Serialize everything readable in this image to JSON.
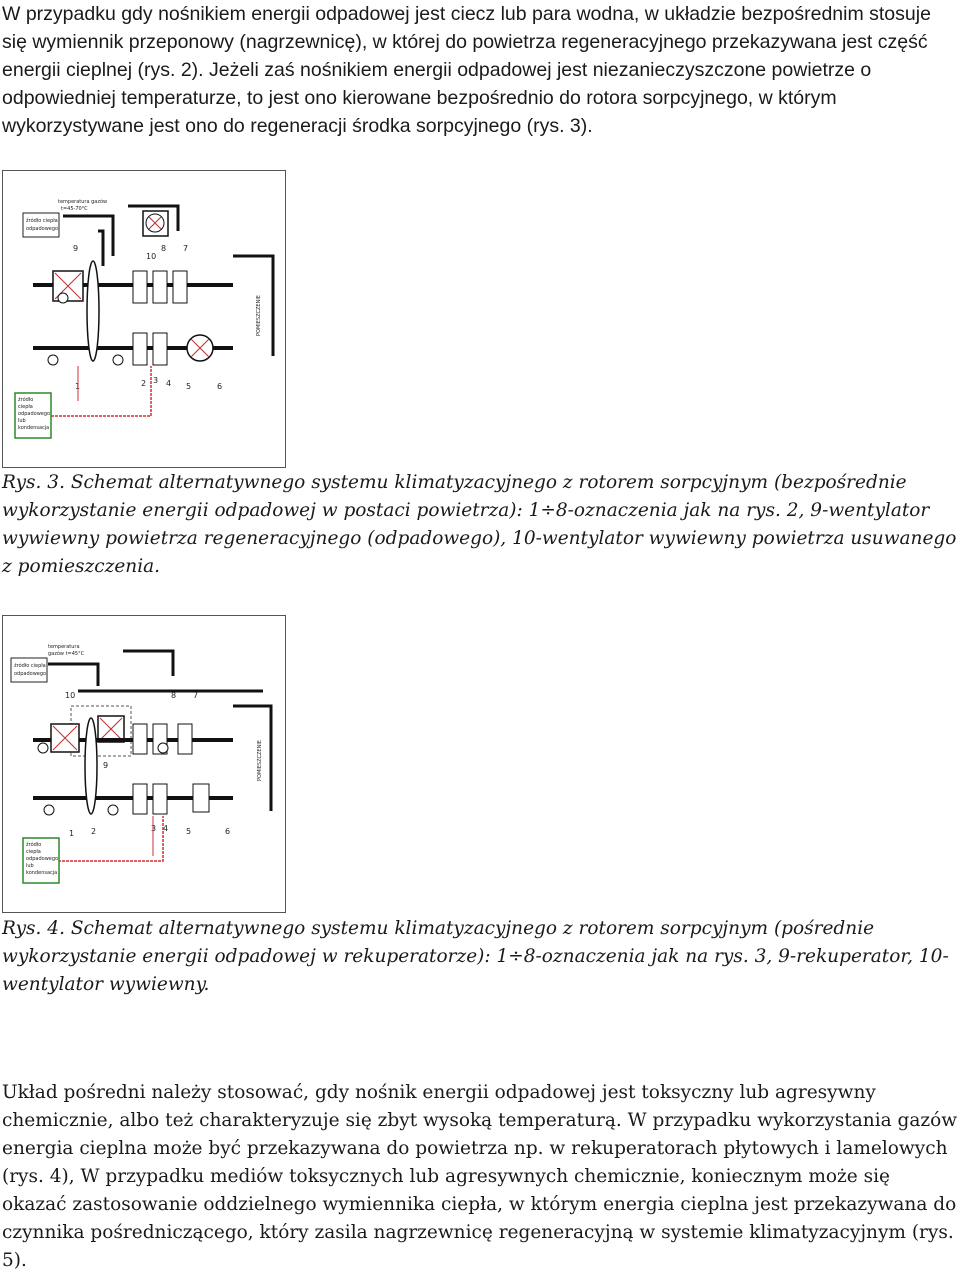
{
  "intro_paragraph": "W przypadku gdy nośnikiem energii odpadowej jest ciecz lub para wodna, w układzie bezpośrednim stosuje się wymiennik przeponowy (nagrzewnicę), w której do powietrza regeneracyjnego przekazywana jest część energii cieplnej (rys. 2). Jeżeli zaś nośnikiem energii odpadowej jest niezanieczyszczone powietrze o odpowiedniej temperaturze, to jest ono kierowane bezpośrednio do rotora sorpcyjnego, w którym wykorzystywane jest ono do regeneracji środka sorpcyjnego (rys. 3).",
  "figure3": {
    "labels": {
      "temp": "temperatura gazów",
      "temp_val": "t=45-70°C",
      "source": "źródło ciepła",
      "source2": "odpadowego",
      "bottom_box": [
        "źródło",
        "ciepła",
        "odpadowego",
        "lub",
        "kondensacja"
      ],
      "room": "POMIESZCZENIE",
      "numbers": [
        "9",
        "8",
        "7",
        "10",
        "1",
        "2",
        "3",
        "4",
        "5",
        "6"
      ]
    },
    "caption": "Rys. 3. Schemat alternatywnego systemu klimatyzacyjnego z rotorem sorpcyjnym (bezpośrednie wykorzystanie energii odpadowej w postaci powietrza): 1÷8-oznaczenia jak na rys. 2, 9-wentylator wywiewny powietrza regeneracyjnego (odpadowego), 10-wentylator wywiewny powietrza usuwanego z pomieszczenia."
  },
  "figure4": {
    "labels": {
      "temp": "temperatura",
      "temp_val": "gazów t=45°C",
      "source": "źródło ciepła",
      "source2": "odpadowego",
      "bottom_box": [
        "źródło",
        "ciepła",
        "odpadowego",
        "lub",
        "kondensacja"
      ],
      "room": "POMIESZCZENIE",
      "numbers": [
        "10",
        "8",
        "7",
        "9",
        "1",
        "2",
        "3",
        "4",
        "5",
        "6"
      ]
    },
    "caption": "Rys. 4. Schemat alternatywnego systemu klimatyzacyjnego z rotorem sorpcyjnym (pośrednie wykorzystanie energii odpadowej w rekuperatorze): 1÷8-oznaczenia jak na rys. 3, 9-rekuperator, 10-wentylator wywiewny."
  },
  "closing_paragraph": "Układ pośredni należy stosować, gdy nośnik energii odpadowej jest toksyczny lub agresywny chemicznie, albo też charakteryzuje się zbyt wysoką temperaturą. W przypadku wykorzystania gazów energia cieplna może być przekazywana do powietrza np. w rekuperatorach płytowych i lamelowych (rys. 4), W przypadku mediów toksycznych lub agresywnych chemicznie, koniecznym może się okazać zastosowanie oddzielnego wymiennika ciepła, w którym energia cieplna jest przekazywana do czynnika pośredniczącego, który zasila nagrzewnicę regeneracyjną w systemie klimatyzacyjnym (rys. 5)."
}
